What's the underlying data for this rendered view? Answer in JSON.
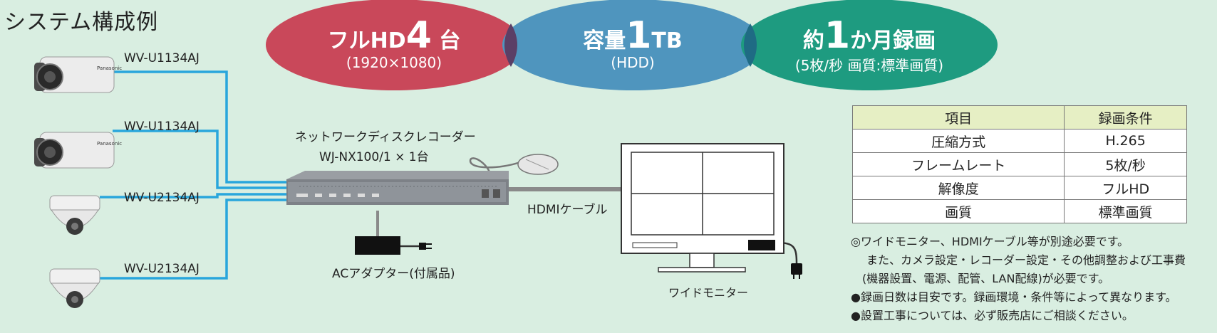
{
  "title": "システム構成例",
  "colors": {
    "background": "#d9eee1",
    "cable": "#29a6dc",
    "red": "#c9485a",
    "blue": "#4f95be",
    "green": "#1e9b80",
    "table_header": "#e6efc4"
  },
  "bubbles": [
    {
      "main_prefix": "フルHD",
      "main_big": "4",
      "main_suffix": "台",
      "sub": "(1920×1080)"
    },
    {
      "main_prefix": "容量",
      "main_big": "1",
      "main_suffix": "TB",
      "sub": "(HDD)"
    },
    {
      "main_prefix": "約",
      "main_big": "1",
      "main_suffix": "か月録画",
      "sub": "(5枚/秒 画質:標準画質)"
    }
  ],
  "cameras": [
    {
      "label": "WV-U1134AJ",
      "type": "box-camera-icon"
    },
    {
      "label": "WV-U1134AJ",
      "type": "box-camera-icon"
    },
    {
      "label": "WV-U2134AJ",
      "type": "dome-camera-icon"
    },
    {
      "label": "WV-U2134AJ",
      "type": "dome-camera-icon"
    }
  ],
  "recorder": {
    "name": "ネットワークディスクレコーダー",
    "model": "WJ-NX100/1 × 1台"
  },
  "hdmi_label": "HDMIケーブル",
  "adapter_label": "ACアダプター(付属品)",
  "monitor_label": "ワイドモニター",
  "table": {
    "headers": [
      "項目",
      "録画条件"
    ],
    "rows": [
      [
        "圧縮方式",
        "H.265"
      ],
      [
        "フレームレート",
        "5枚/秒"
      ],
      [
        "解像度",
        "フルHD"
      ],
      [
        "画質",
        "標準画質"
      ]
    ]
  },
  "notes": [
    "◎ワイドモニター、HDMIケーブル等が別途必要です。",
    "また、カメラ設定・レコーダー設定・その他調整および工事費",
    "(機器設置、電源、配管、LAN配線)が必要です。",
    "●録画日数は目安です。録画環境・条件等によって異なります。",
    "●設置工事については、必ず販売店にご相談ください。"
  ]
}
